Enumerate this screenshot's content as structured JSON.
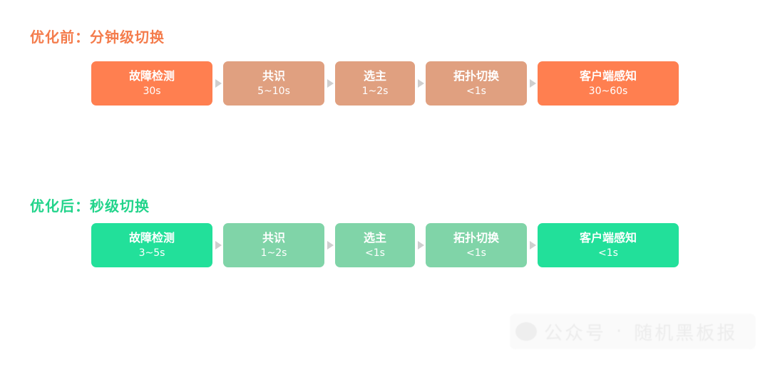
{
  "before": {
    "title": "优化前：分钟级切换",
    "steps": [
      {
        "name": "故障检测",
        "time": "30s",
        "color": "#ff7f50"
      },
      {
        "name": "共识",
        "time": "5~10s",
        "color": "#e0a080"
      },
      {
        "name": "选主",
        "time": "1~2s",
        "color": "#e0a080"
      },
      {
        "name": "拓扑切换",
        "time": "<1s",
        "color": "#e0a080"
      },
      {
        "name": "客户端感知",
        "time": "30~60s",
        "color": "#ff7f50"
      }
    ]
  },
  "after": {
    "title": "优化后：秒级切换",
    "steps": [
      {
        "name": "故障检测",
        "time": "3~5s",
        "color": "#22e09a"
      },
      {
        "name": "共识",
        "time": "1~2s",
        "color": "#80d4a8"
      },
      {
        "name": "选主",
        "time": "<1s",
        "color": "#80d4a8"
      },
      {
        "name": "拓扑切换",
        "time": "<1s",
        "color": "#80d4a8"
      },
      {
        "name": "客户端感知",
        "time": "<1s",
        "color": "#22e09a"
      }
    ]
  },
  "watermark": {
    "platform": "公众号",
    "separator": "·",
    "account": "随机黑板报"
  }
}
